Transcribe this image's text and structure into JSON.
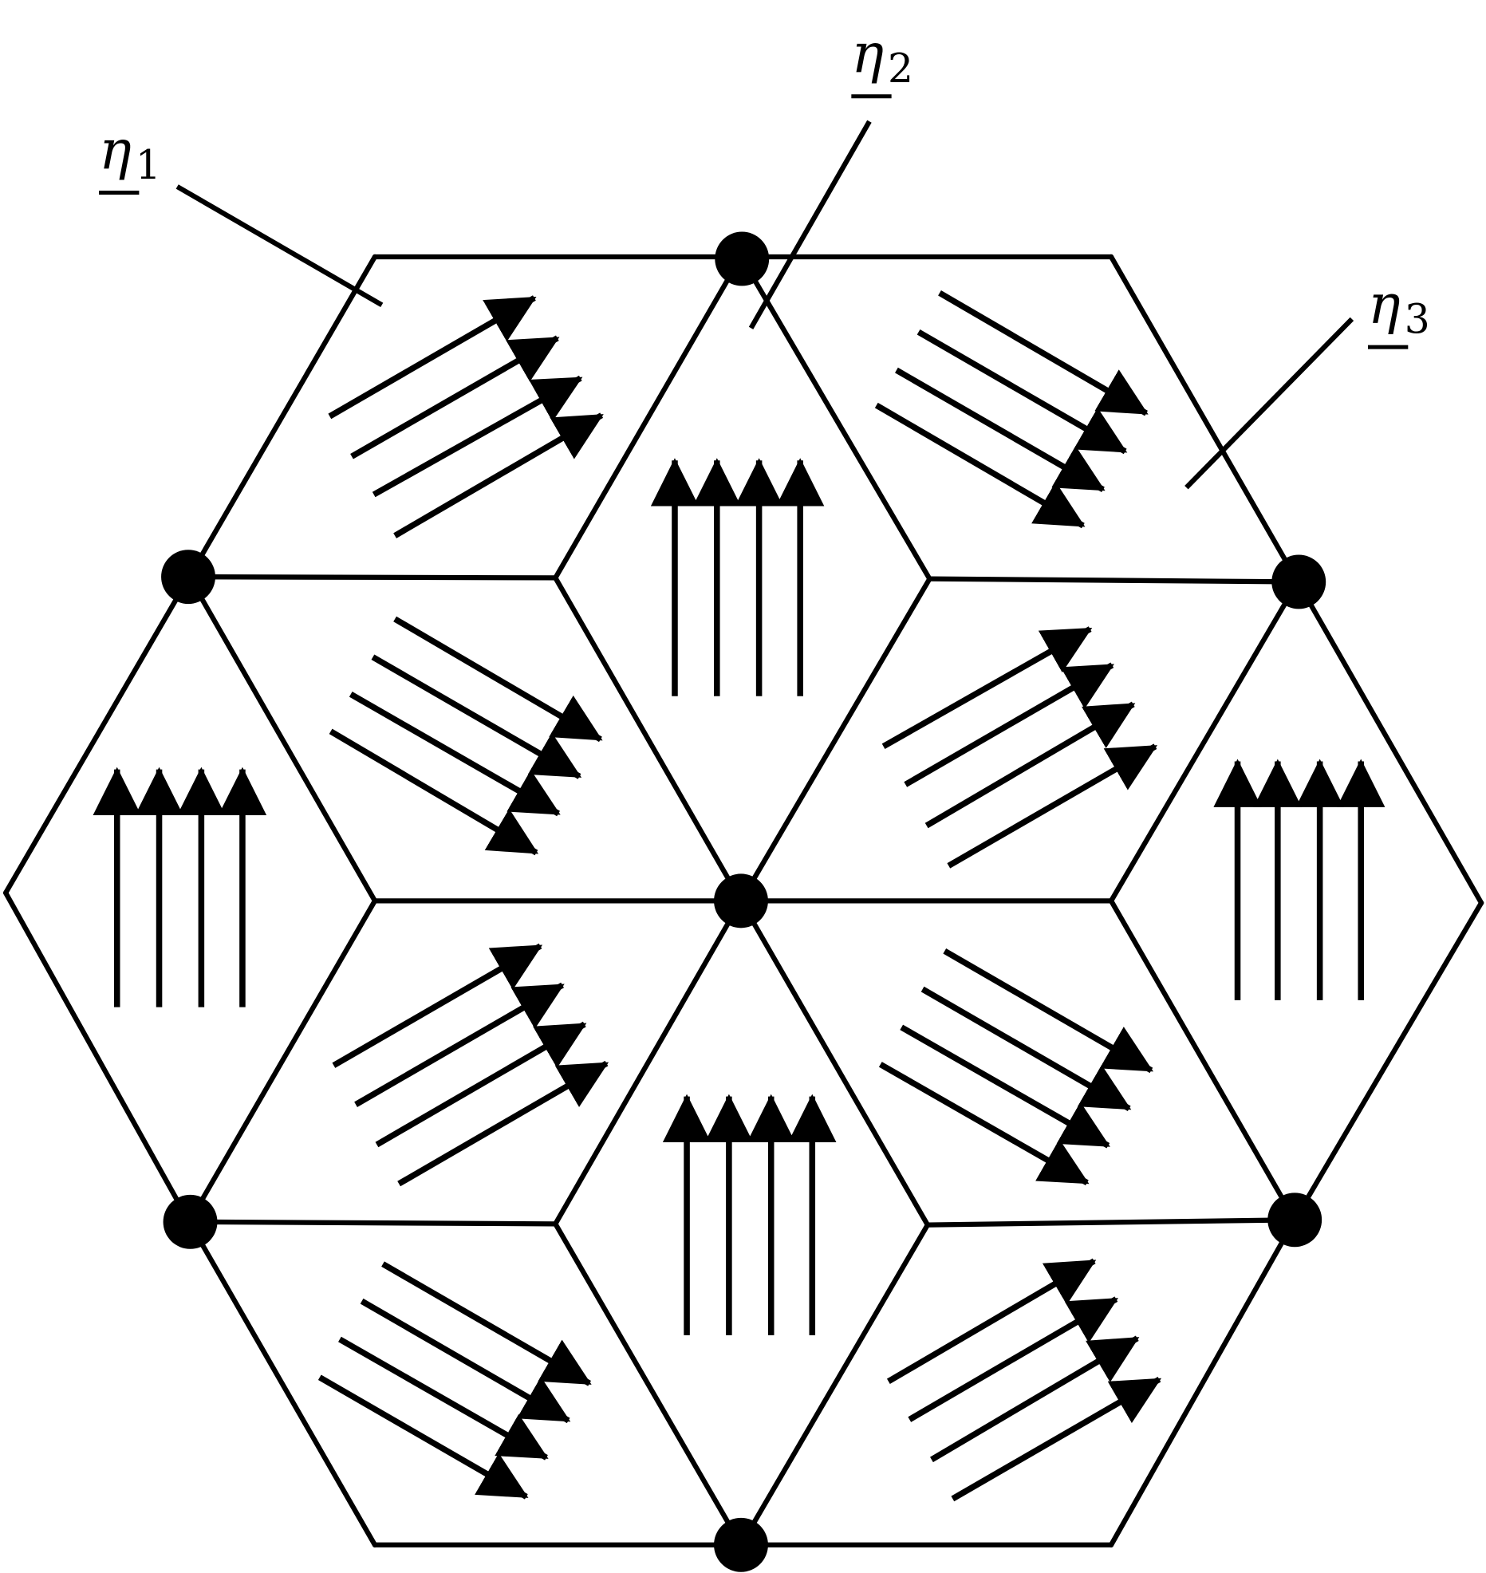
{
  "labels": [
    {
      "id": "eta1",
      "symbol": "η",
      "subscript": "1"
    },
    {
      "id": "eta2",
      "symbol": "η",
      "subscript": "2"
    },
    {
      "id": "eta3",
      "symbol": "η",
      "subscript": "3"
    }
  ],
  "colors": {
    "ink": "#000000",
    "background": "#ffffff"
  }
}
